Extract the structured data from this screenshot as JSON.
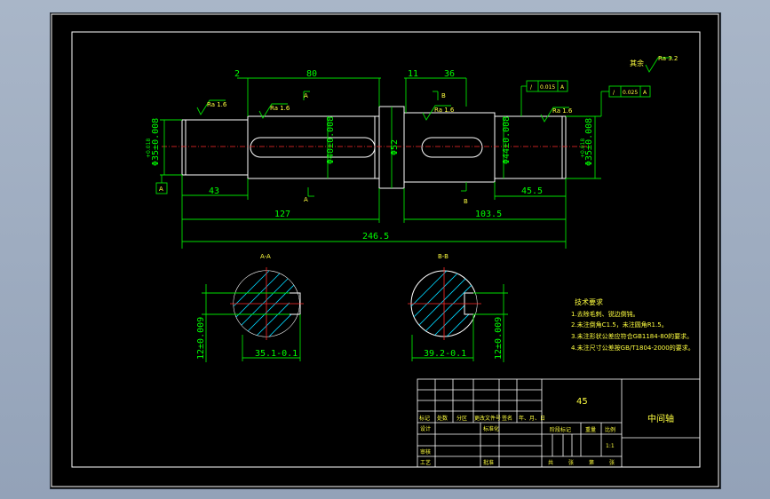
{
  "dims": {
    "d2": "2",
    "d80": "80",
    "d11": "11",
    "d36": "36",
    "d43": "43",
    "d127": "127",
    "d103": "103.5",
    "d2465": "246.5",
    "d455": "45.5",
    "phi35L": "Φ35±0.008",
    "phi35L_tol": "+0.018",
    "phi40": "Φ40±0.008",
    "phi52": "Φ52",
    "phi44": "Φ44±0.008",
    "phi35R": "Φ35±0.008",
    "phi35R_tol": "+0.018",
    "secA_w": "35.1-0.1",
    "secA_h": "12±0.009",
    "secB_w": "39.2-0.1",
    "secB_h": "12±0.009"
  },
  "labels": {
    "ra16a": "Ra 1.6",
    "ra16b": "Ra 1.6",
    "ra16c": "Ra 1.6",
    "ra16d": "Ra 1.6",
    "rest": "其余",
    "ra32": "Ra 3.2",
    "A": "A",
    "B": "B",
    "A2": "A",
    "B2": "B",
    "datumA": "A",
    "tol1a": "/",
    "tol1b": "0.015",
    "tol1c": "A",
    "tol2a": "/",
    "tol2b": "0.025",
    "tol2c": "A",
    "secA": "A-A",
    "secB": "B-B"
  },
  "notes": {
    "title": "技术要求",
    "n1": "1.去除毛刺、锐边倒钝。",
    "n2": "2.未注倒角C1.5，未注圆角R1.5。",
    "n3": "3.未注形状公差应符合GB1184-80的要求。",
    "n4": "4.未注尺寸公差按GB/T1804-2000的要求。"
  },
  "titleblock": {
    "material": "45",
    "part_name": "中间轴",
    "h1": "标记",
    "h2": "处数",
    "h3": "分区",
    "h4": "更改文件号",
    "h5": "签名",
    "h6": "年、月、日",
    "design": "设计",
    "std": "标准化",
    "review": "审核",
    "process": "工艺",
    "approve": "批准",
    "stage": "阶段标记",
    "weight": "重量",
    "ratio": "比例",
    "scale": "1:1",
    "sheet1": "共",
    "sheet2": "张",
    "sheet3": "第",
    "sheet4": "张"
  }
}
